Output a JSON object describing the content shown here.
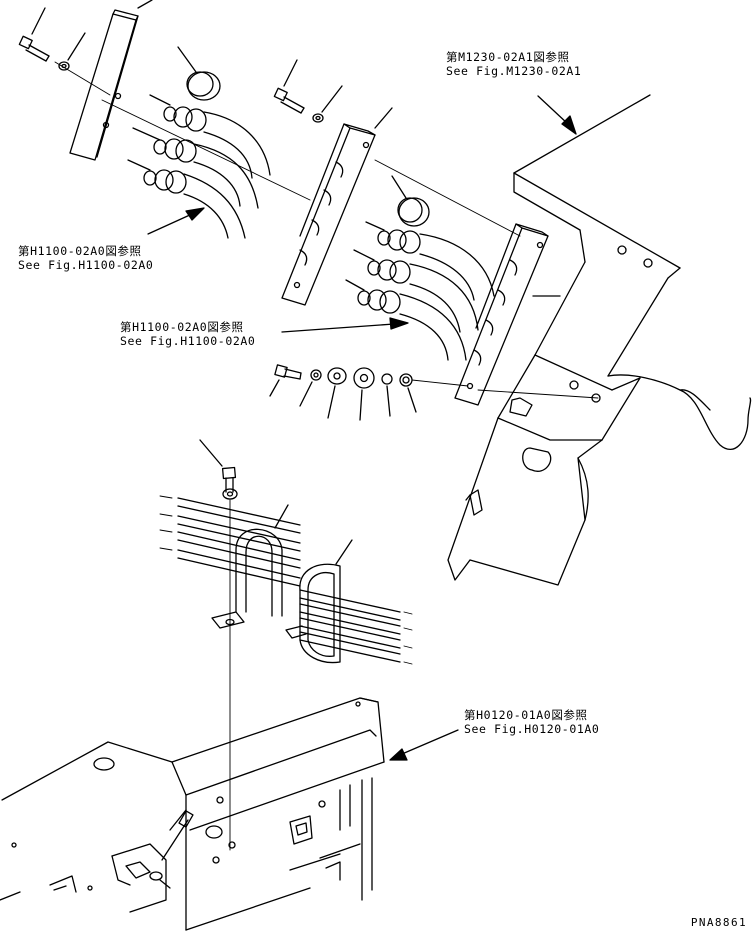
{
  "references": [
    {
      "jp": "第M1230-02A1図参照",
      "en": "See Fig.M1230-02A1"
    },
    {
      "jp": "第H1100-02A0図参照",
      "en": "See Fig.H1100-02A0"
    },
    {
      "jp": "第H1100-02A0図参照",
      "en": "See Fig.H1100-02A0"
    },
    {
      "jp": "第H0120-01A0図参照",
      "en": "See Fig.H0120-01A0"
    }
  ],
  "drawing_code": "PNA8861"
}
